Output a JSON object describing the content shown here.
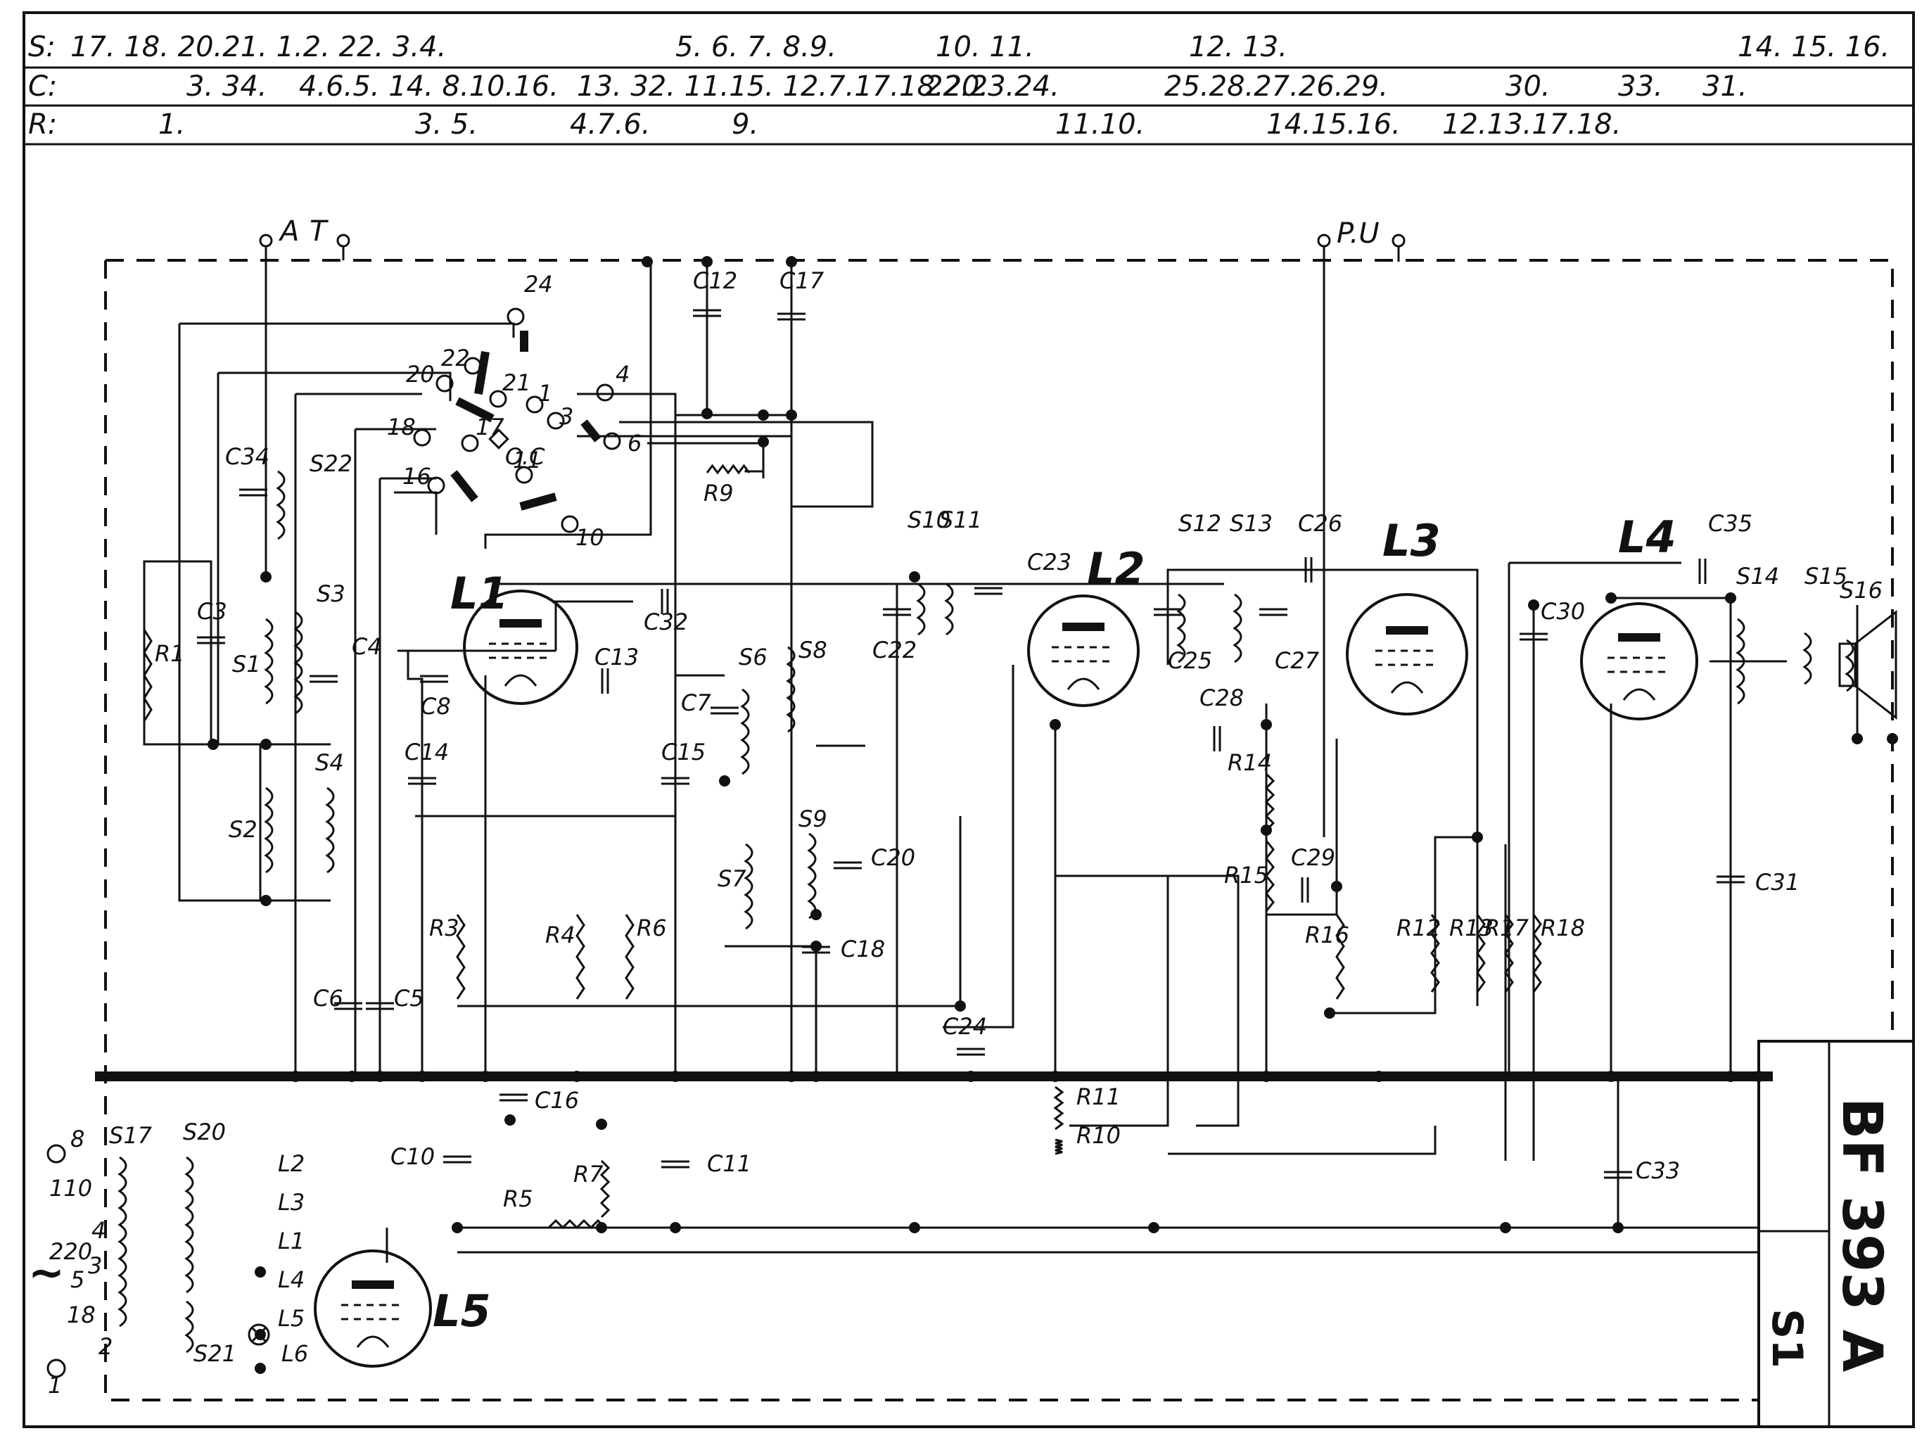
{
  "header": {
    "rows": [
      {
        "key": "S:",
        "groups": [
          "17. 18. 20.21. 1.2. 22. 3.4.",
          "5. 6. 7. 8.9.",
          "10. 11.",
          "12. 13.",
          "14. 15. 16."
        ]
      },
      {
        "key": "C:",
        "groups": [
          "3. 34.",
          "4.6.5. 14. 8.10.16.",
          "13. 32. 11.15. 12.7.17.18.20.",
          "22.23.24.",
          "25.28.27.26.29.",
          "30.",
          "33.",
          "31."
        ]
      },
      {
        "key": "R:",
        "groups": [
          "1.",
          "3. 5.",
          "4.7.6.",
          "9.",
          "11.10.",
          "14.15.16.",
          "12.13.17.18."
        ]
      }
    ]
  },
  "terminals": {
    "antenna": "A",
    "earth": "T",
    "pickup": "P.U"
  },
  "tubes": [
    "L1",
    "L2",
    "L3",
    "L4",
    "L5"
  ],
  "switch": {
    "contacts": [
      "22",
      "24",
      "20",
      "21",
      "18",
      "17",
      "16",
      "11",
      "10",
      "4",
      "6",
      "3",
      "1"
    ],
    "center_label": "O.C"
  },
  "components": {
    "coils": [
      "S1",
      "S2",
      "S3",
      "S4",
      "S6",
      "S7",
      "S8",
      "S9",
      "S10",
      "S11",
      "S12",
      "S13",
      "S14",
      "S15",
      "S16",
      "S17",
      "S20",
      "S21",
      "S22"
    ],
    "capacitors": [
      "C3",
      "C4",
      "C5",
      "C6",
      "C7",
      "C8",
      "C10",
      "C11",
      "C12",
      "C13",
      "C14",
      "C15",
      "C16",
      "C17",
      "C18",
      "C20",
      "C22",
      "C23",
      "C24",
      "C25",
      "C26",
      "C27",
      "C28",
      "C29",
      "C30",
      "C31",
      "C32",
      "C33",
      "C34",
      "C35"
    ],
    "resistors": [
      "R1",
      "R3",
      "R4",
      "R5",
      "R6",
      "R7",
      "R9",
      "R10",
      "R11",
      "R12",
      "R13",
      "R14",
      "R15",
      "R16",
      "R17",
      "R18"
    ],
    "lamps": [
      "L2",
      "L3",
      "L1",
      "L4",
      "L5",
      "L6"
    ]
  },
  "mains_taps": [
    "8",
    "110",
    "4",
    "220",
    "3",
    "5",
    "18",
    "2",
    "1"
  ],
  "mains_symbol": "~",
  "model": "BF 393 A",
  "sheet_code": "S1"
}
